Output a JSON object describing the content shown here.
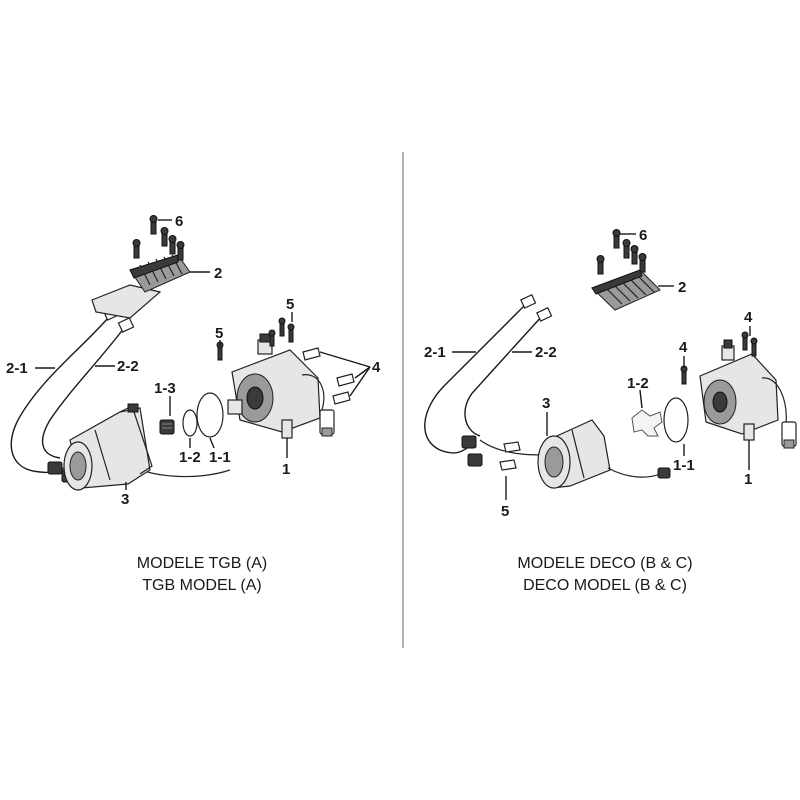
{
  "panels": {
    "left": {
      "caption_line1": "MODELE TGB (A)",
      "caption_line2": "TGB MODEL (A)",
      "labels": {
        "p6": "6",
        "p2": "2",
        "p5": "5",
        "p5b": "5",
        "p4": "4",
        "p2_1": "2-1",
        "p2_2": "2-2",
        "p1_3": "1-3",
        "p1_2": "1-2",
        "p1_1": "1-1",
        "p1": "1",
        "p3": "3"
      }
    },
    "right": {
      "caption_line1": "MODELE DECO (B & C)",
      "caption_line2": "DECO MODEL (B & C)",
      "labels": {
        "p6": "6",
        "p2": "2",
        "p4": "4",
        "p4b": "4",
        "p2_1": "2-1",
        "p2_2": "2-2",
        "p3": "3",
        "p1_2": "1-2",
        "p1_1": "1-1",
        "p1": "1",
        "p5": "5"
      }
    }
  }
}
